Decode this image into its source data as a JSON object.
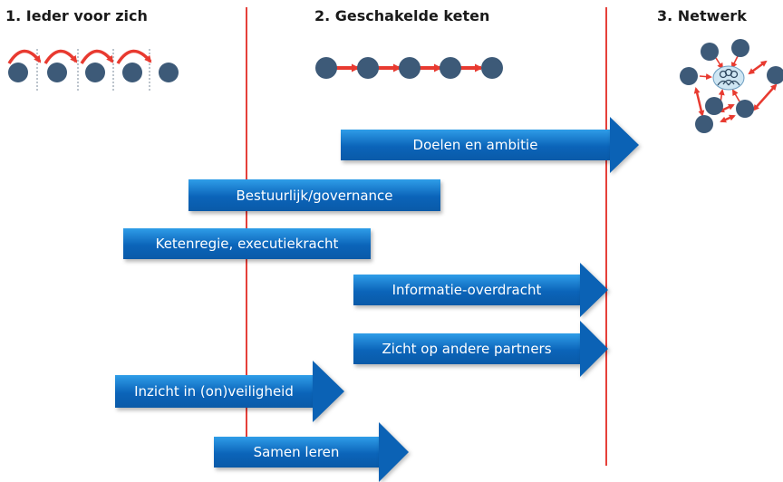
{
  "phases": {
    "p1": "1. Ieder voor zich",
    "p2": "2. Geschakelde keten",
    "p3": "3. Netwerk"
  },
  "colors": {
    "divider": "#e5403a",
    "node": "#3d5a78",
    "connector": "#e83a30",
    "arrow": "#0b64b9",
    "hub": "#cfe6f3"
  },
  "icons": {
    "p1": "independent-nodes-icon",
    "p2": "chain-icon",
    "p3": "network-icon"
  },
  "bars": [
    {
      "id": "goals",
      "label": "Doelen en ambitie"
    },
    {
      "id": "governance",
      "label": "Bestuurlijk/governance"
    },
    {
      "id": "chain-direction",
      "label": "Ketenregie, executiekracht"
    },
    {
      "id": "information-transfer",
      "label": "Informatie-overdracht"
    },
    {
      "id": "partner-view",
      "label": "Zicht op andere partners"
    },
    {
      "id": "safety-insight",
      "label": "Inzicht in (on)veiligheid"
    },
    {
      "id": "learning",
      "label": "Samen leren"
    }
  ]
}
